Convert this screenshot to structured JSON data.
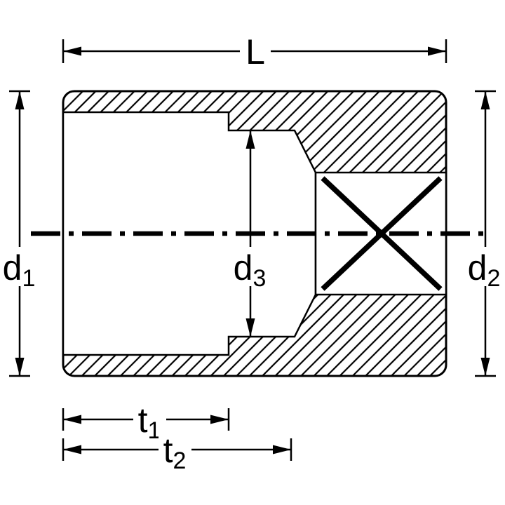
{
  "drawing": {
    "labels": {
      "length": "L",
      "d1": {
        "base": "d",
        "sub": "1"
      },
      "d2": {
        "base": "d",
        "sub": "2"
      },
      "d3": {
        "base": "d",
        "sub": "3"
      },
      "t1": {
        "base": "t",
        "sub": "1"
      },
      "t2": {
        "base": "t",
        "sub": "2"
      }
    },
    "colors": {
      "ink": "#000000",
      "paper": "#ffffff"
    }
  }
}
